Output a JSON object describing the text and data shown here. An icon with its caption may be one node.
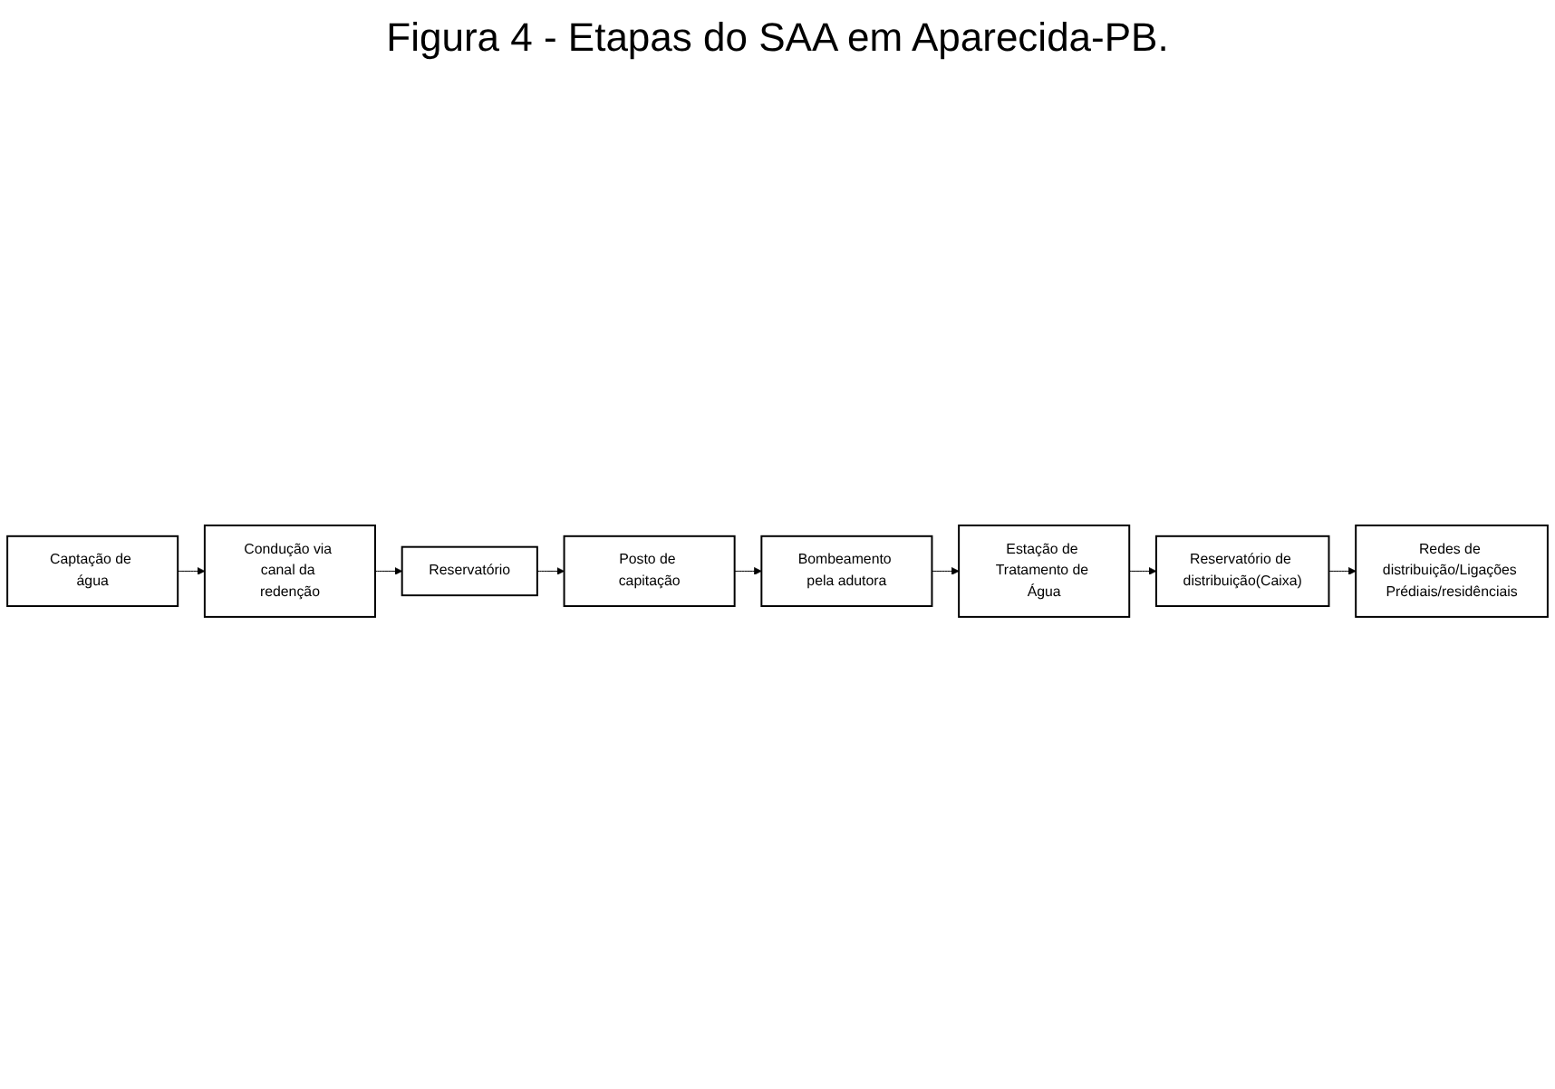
{
  "diagram": {
    "title": "Figura 4 - Etapas do SAA em Aparecida-PB.",
    "nodes": [
      {
        "text": [
          "Captação de água"
        ]
      },
      {
        "text": [
          "Condução via canal da redenção"
        ]
      },
      {
        "text": [
          "Reservatório"
        ]
      },
      {
        "text": [
          "Posto de capitação"
        ]
      },
      {
        "text": [
          "Bombeamento pela adutora"
        ]
      },
      {
        "text": [
          "Estação de Tratamento de Água"
        ]
      },
      {
        "text": [
          "Reservatório de distribuição(Caixa)"
        ]
      },
      {
        "text": [
          "Redes de distribuição/Ligações Prédiais/residênciais"
        ]
      }
    ],
    "edges": [
      {
        "from": 0,
        "to": 1,
        "arrow": "to"
      },
      {
        "from": 1,
        "to": 2,
        "arrow": "to"
      },
      {
        "from": 2,
        "to": 3,
        "arrow": "to"
      },
      {
        "from": 3,
        "to": 4,
        "arrow": "to"
      },
      {
        "from": 4,
        "to": 5,
        "arrow": "to"
      },
      {
        "from": 5,
        "to": 6,
        "arrow": "to"
      },
      {
        "from": 6,
        "to": 7,
        "arrow": "to"
      }
    ]
  }
}
